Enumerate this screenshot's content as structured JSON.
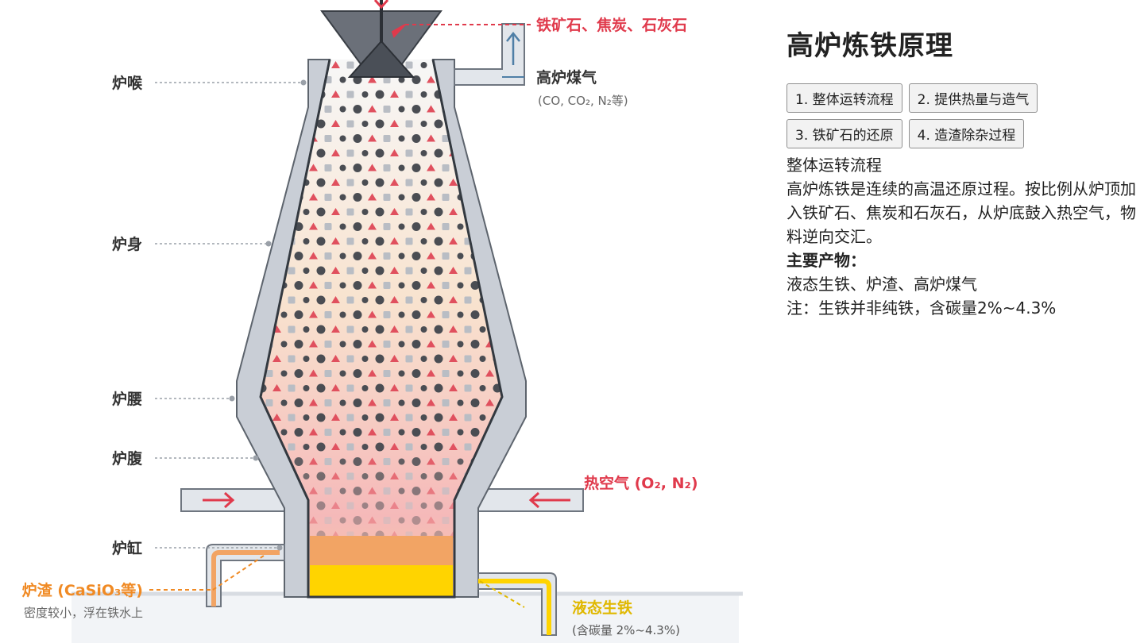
{
  "diagram": {
    "zones": {
      "throat": "炉喉",
      "shaft": "炉身",
      "belly": "炉腰",
      "bosh": "炉腹",
      "hearth": "炉缸"
    },
    "inputs": {
      "charge": "铁矿石、焦炭、石灰石",
      "gas_out": "高炉煤气",
      "gas_out_note": "(CO, CO₂, N₂等)",
      "hot_air": "热空气 (O₂, N₂)"
    },
    "outputs": {
      "slag": "炉渣 (CaSiO₃等)",
      "slag_note": "密度较小，浮在铁水上",
      "iron": "液态生铁",
      "iron_note": "(含碳量 2%~4.3%)"
    },
    "colors": {
      "red_label": "#e03a4c",
      "slag_orange": "#f08a24",
      "iron_yellow": "#ffd000",
      "wall": "#c9ced6",
      "gas_blue": "#4f7fa6"
    }
  },
  "panel": {
    "title": "高炉炼铁原理",
    "tabs": [
      "1. 整体运转流程",
      "2. 提供热量与造气",
      "3. 铁矿石的还原",
      "4. 造渣除杂过程"
    ],
    "section_title": "整体运转流程",
    "description": "高炉炼铁是连续的高温还原过程。按比例从炉顶加入铁矿石、焦炭和石灰石，从炉底鼓入热空气，物料逆向交汇。",
    "products_label": "主要产物：",
    "products": "液态生铁、炉渣、高炉煤气",
    "note": "注：生铁并非纯铁，含碳量2%~4.3%"
  }
}
